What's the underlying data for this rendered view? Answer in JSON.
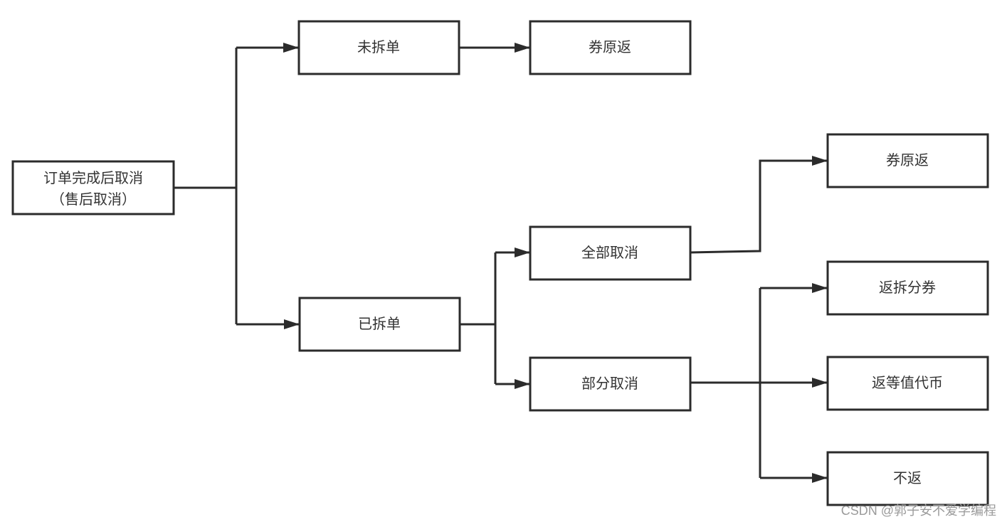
{
  "nodes": {
    "root": {
      "line1": "订单完成后取消",
      "line2": "（售后取消）"
    },
    "not_split": "未拆单",
    "coupon_return_top": "券原返",
    "split": "已拆单",
    "full_cancel": "全部取消",
    "partial_cancel": "部分取消",
    "coupon_return_right": "券原返",
    "return_split_coupon": "返拆分券",
    "return_equivalent_token": "返等值代币",
    "no_return": "不返"
  },
  "watermark": "CSDN @郭子安不爱学编程",
  "colors": {
    "stroke": "#2b2b2b",
    "text": "#333333",
    "background": "#ffffff",
    "watermark": "#9a9a9a"
  }
}
